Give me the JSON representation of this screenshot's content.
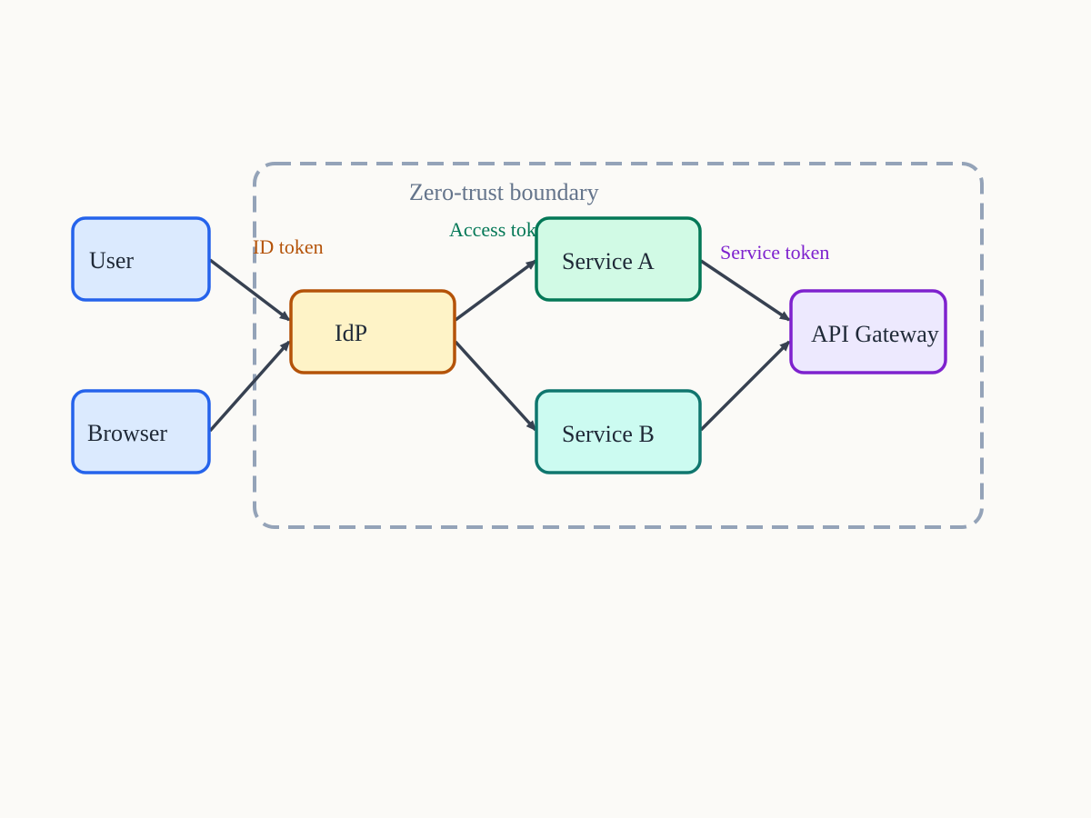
{
  "boundary": {
    "label": "Zero-trust boundary",
    "stroke": "#94a3b8"
  },
  "nodes": {
    "user": {
      "label": "User",
      "fill": "#dbeafe",
      "stroke": "#2563eb"
    },
    "browser": {
      "label": "Browser",
      "fill": "#dbeafe",
      "stroke": "#2563eb"
    },
    "idp": {
      "label": "IdP",
      "fill": "#fef3c7",
      "stroke": "#b45309"
    },
    "service_a": {
      "label": "Service A",
      "fill": "#d1fae5",
      "stroke": "#047857"
    },
    "service_b": {
      "label": "Service B",
      "fill": "#ccfbf1",
      "stroke": "#0f766e"
    },
    "api_gateway": {
      "label": "API Gateway",
      "fill": "#ede9fe",
      "stroke": "#7e22ce"
    }
  },
  "edges": {
    "id_token": {
      "label": "ID token",
      "color": "#b45309"
    },
    "access_token": {
      "label": "Access token",
      "color": "#047857"
    },
    "service_token": {
      "label": "Service token",
      "color": "#7e22ce"
    },
    "arrow_color": "#374151"
  }
}
